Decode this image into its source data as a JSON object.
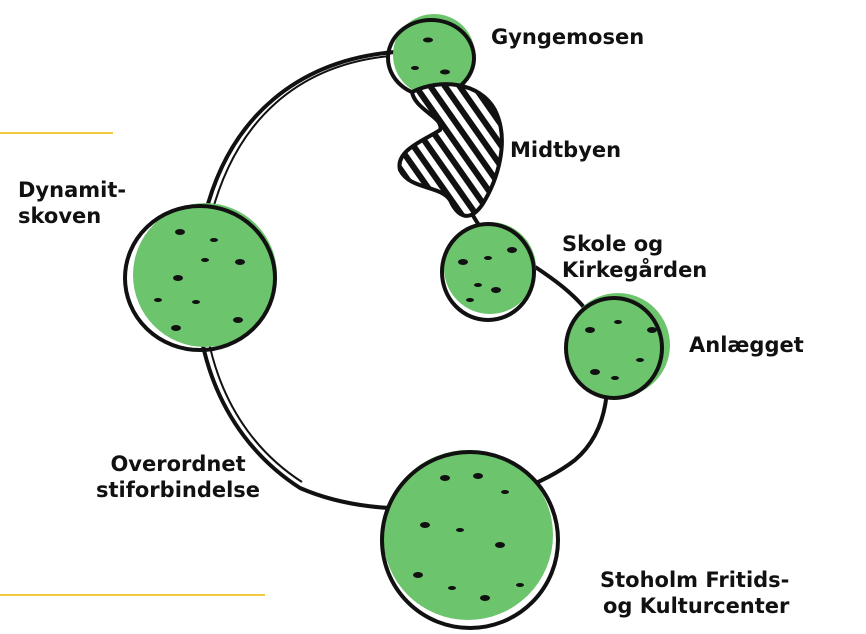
{
  "colors": {
    "green": "#6cc46c",
    "ink": "#111111",
    "accent_line": "#f0c93c"
  },
  "labels": {
    "gyngemosen": "Gyngemosen",
    "midtbyen": "Midtbyen",
    "dynamitskoven_line1": "Dynamit-",
    "dynamitskoven_line2": "skoven",
    "skole_line1": "Skole og",
    "skole_line2": "Kirkegården",
    "anlaegget": "Anlægget",
    "overordnet_line1": "Overordnet",
    "overordnet_line2": "stiforbindelse",
    "stoholm_line1": "Stoholm Fritids-",
    "stoholm_line2": "og Kulturcenter"
  }
}
